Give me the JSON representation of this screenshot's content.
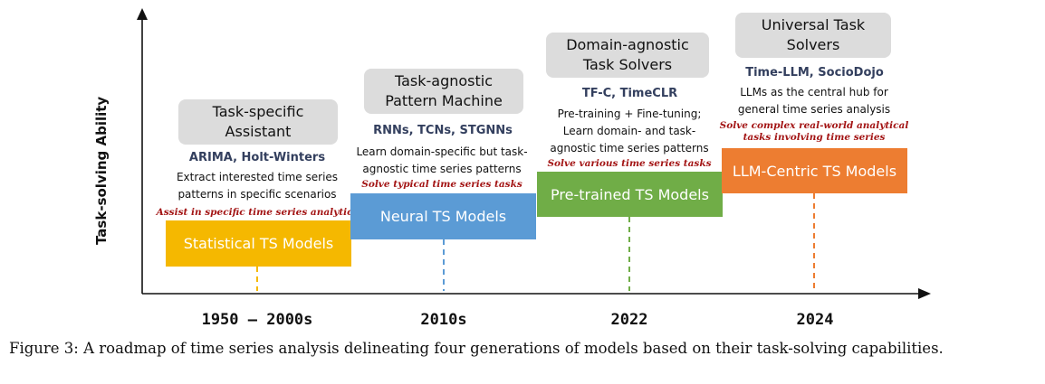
{
  "axis": {
    "y_label": "Task-solving Ability"
  },
  "stages": [
    {
      "title": "Task-specific\nAssistant",
      "models": "ARIMA, Holt-Winters",
      "description": "Extract interested time series\npatterns in specific scenarios",
      "goal": "Assist in specific time series analytics",
      "box_label": "Statistical TS Models",
      "era": "1950 – 2000s",
      "color": "#f5b800"
    },
    {
      "title": "Task-agnostic\nPattern Machine",
      "models": "RNNs, TCNs, STGNNs",
      "description": "Learn domain-specific but task-\nagnostic time series patterns",
      "goal": "Solve typical time series tasks",
      "box_label": "Neural TS Models",
      "era": "2010s",
      "color": "#5b9bd5"
    },
    {
      "title": "Domain-agnostic\nTask Solvers",
      "models": "TF-C, TimeCLR",
      "description": "Pre-training + Fine-tuning;\nLearn domain- and task-\nagnostic time series patterns",
      "goal": "Solve various time series tasks",
      "box_label": "Pre-trained TS Models",
      "era": "2022",
      "color": "#70ad47"
    },
    {
      "title": "Universal Task\nSolvers",
      "models": "Time-LLM, SocioDojo",
      "description": "LLMs as the central hub for\ngeneral time series analysis",
      "goal": "Solve complex real-world analytical\ntasks involving time series",
      "box_label": "LLM-Centric TS Models",
      "era": "2024",
      "color": "#ed7d31"
    }
  ],
  "caption": "Figure 3: A roadmap of time series analysis delineating four generations of models based on their task-solving capabilities."
}
